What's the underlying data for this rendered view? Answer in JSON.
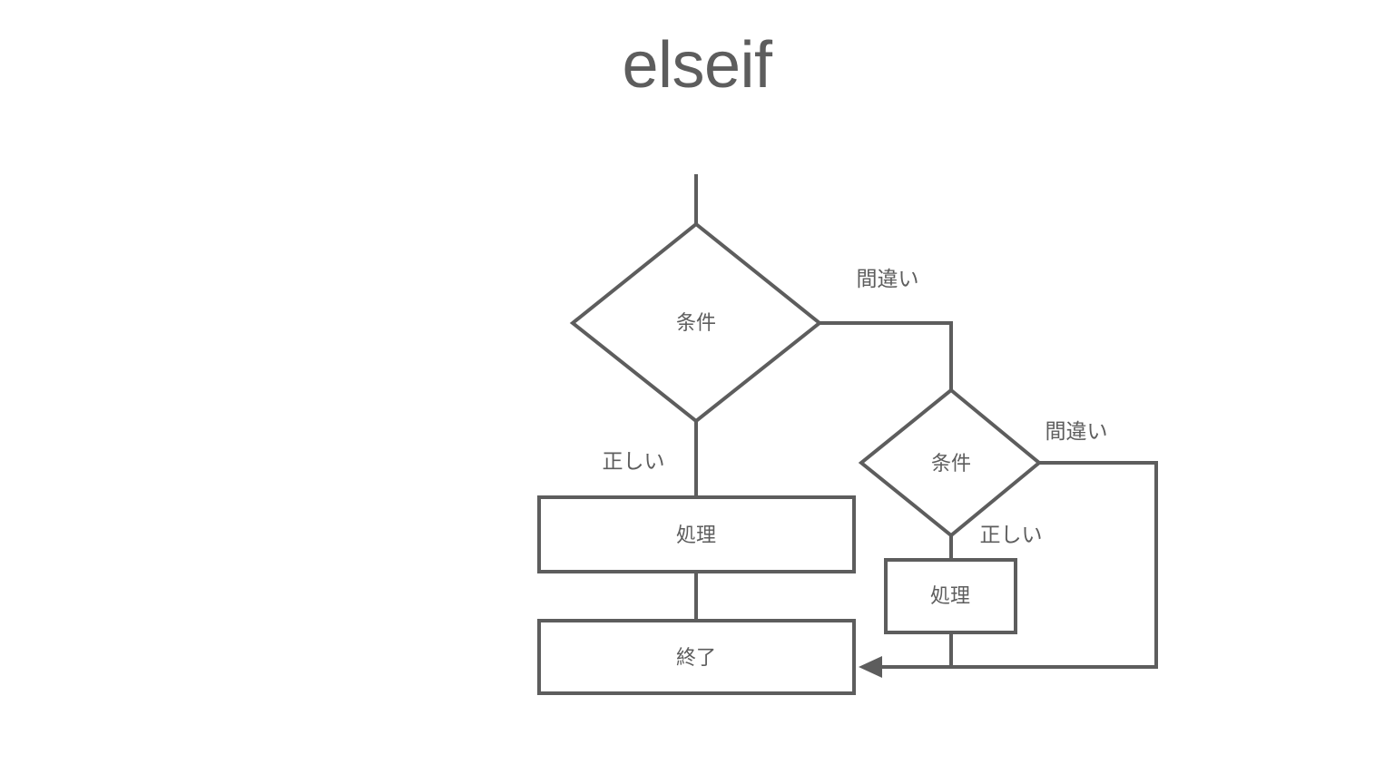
{
  "diagram": {
    "title": "elseif",
    "type": "flowchart",
    "stroke_color": "#5d5d5d",
    "background_color": "#ffffff",
    "nodes": [
      {
        "id": "cond1",
        "shape": "diamond",
        "label": "条件"
      },
      {
        "id": "cond2",
        "shape": "diamond",
        "label": "条件"
      },
      {
        "id": "proc1",
        "shape": "rectangle",
        "label": "処理"
      },
      {
        "id": "proc2",
        "shape": "rectangle",
        "label": "処理"
      },
      {
        "id": "end",
        "shape": "rectangle",
        "label": "終了"
      }
    ],
    "edge_labels": {
      "cond1_false": "間違い",
      "cond1_true": "正しい",
      "cond2_false": "間違い",
      "cond2_true": "正しい"
    }
  }
}
